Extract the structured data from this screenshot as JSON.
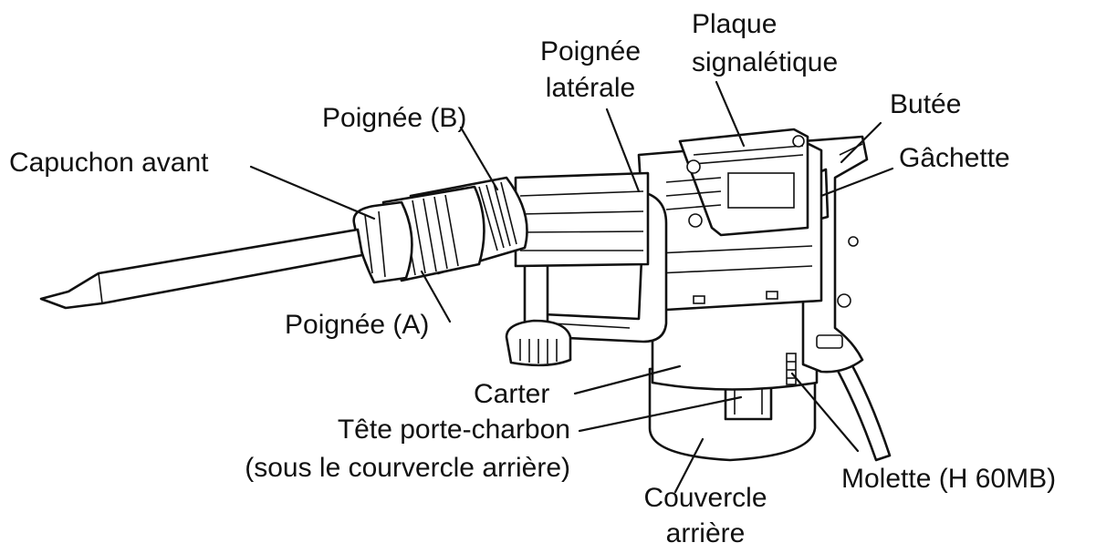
{
  "labels": {
    "capuchon_avant": "Capuchon avant",
    "poignee_b": "Poignée (B)",
    "poignee_laterale_1": "Poignée",
    "poignee_laterale_2": "latérale",
    "plaque_1": "Plaque",
    "plaque_2": "signalétique",
    "butee": "Butée",
    "gachette": "Gâchette",
    "poignee_a": "Poignée (A)",
    "carter": "Carter",
    "tete_1": "Tête porte-charbon",
    "tete_2": "(sous le courvercle arrière)",
    "molette": "Molette (H 60MB)",
    "couvercle_1": "Couvercle",
    "couvercle_2": "arrière"
  },
  "illustration": {
    "subject": "demolition-hammer",
    "style": "black line drawing"
  }
}
